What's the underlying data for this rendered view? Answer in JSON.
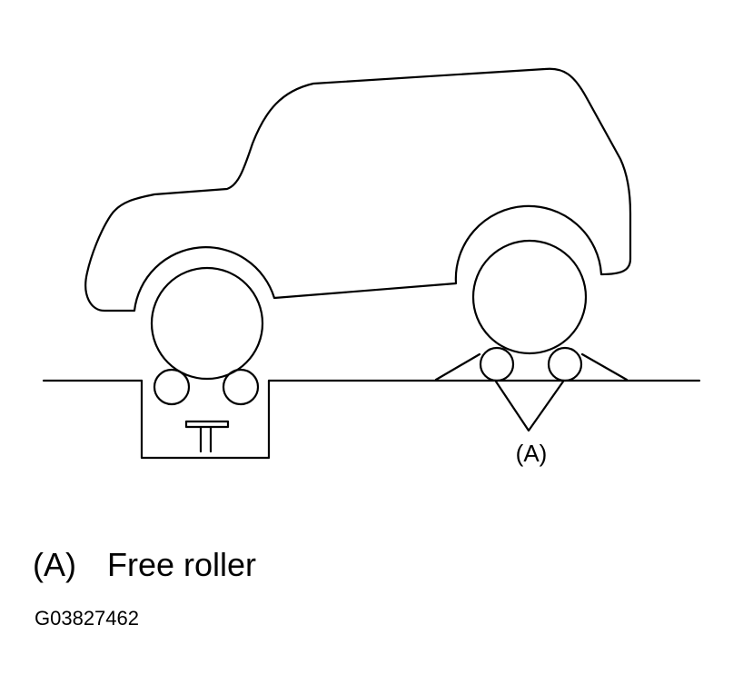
{
  "callout_label": "(A)",
  "legend": {
    "key": "(A)",
    "description": "Free roller"
  },
  "figure_id": "G03827462",
  "colors": {
    "line": "#000000",
    "background": "#ffffff"
  }
}
